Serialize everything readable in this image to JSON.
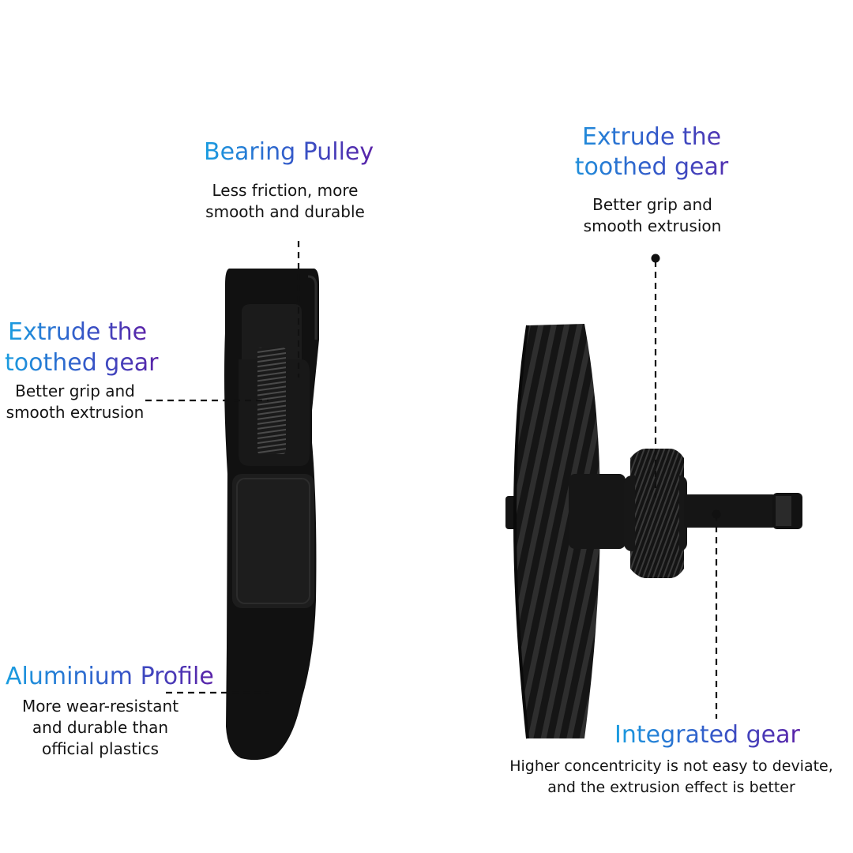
{
  "callouts": {
    "bearing_pulley": {
      "title": "Bearing Pulley",
      "desc_line1": "Less friction, more",
      "desc_line2": "smooth and durable"
    },
    "left_gear": {
      "title_line1": "Extrude the",
      "title_line2": "toothed gear",
      "desc_line1": "Better grip and",
      "desc_line2": "smooth extrusion"
    },
    "aluminium_profile": {
      "title_word1": "Aluminium",
      "title_word2": "Profile",
      "desc_line1": "More wear-resistant",
      "desc_line2": "and durable than",
      "desc_line3": "official plastics"
    },
    "right_gear": {
      "title_line1": "Extrude the",
      "title_line2": "toothed gear",
      "desc_line1": "Better grip and",
      "desc_line2": "smooth extrusion"
    },
    "integrated_gear": {
      "title": "Integrated gear",
      "desc_line1": "Higher concentricity is not easy to deviate,",
      "desc_line2": "and the extrusion effect is better"
    }
  },
  "colors": {
    "title_gradient_start": "#1a9de0",
    "title_gradient_end": "#5a22a8",
    "text": "#141414",
    "part": "#111111"
  }
}
